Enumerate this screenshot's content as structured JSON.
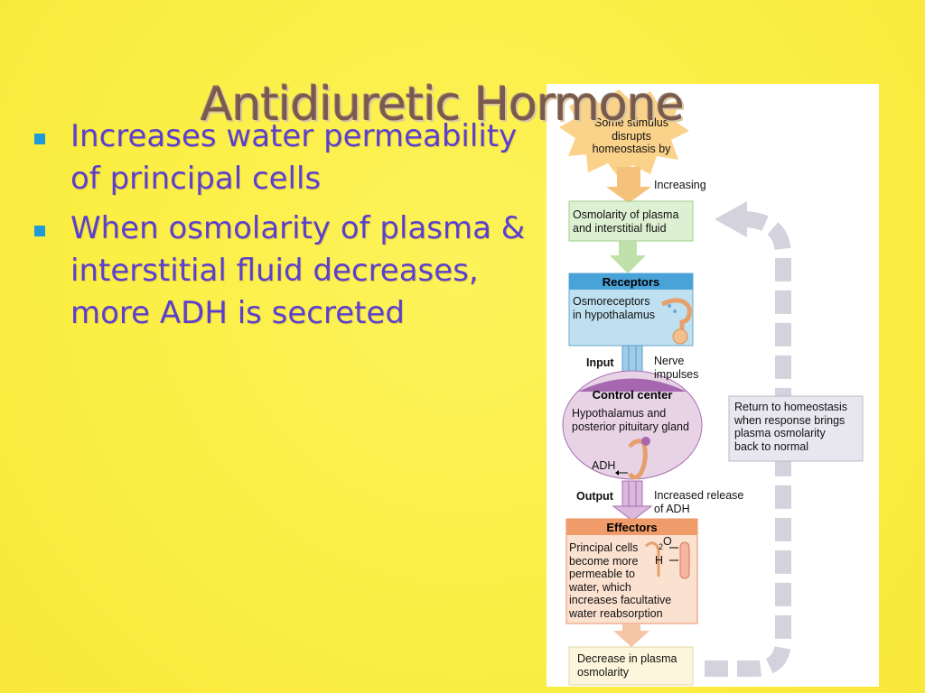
{
  "slide": {
    "title": "Antidiuretic Hormone",
    "bullets": [
      "Increases water permeability of principal cells",
      "When osmolarity of plasma & interstitial fluid decreases, more ADH is secreted"
    ]
  },
  "figure": {
    "stimulus": "Some stimulus disrupts homeostasis by",
    "increasing_label": "Increasing",
    "controlled_condition": "Osmolarity of plasma and interstitial fluid",
    "receptors": {
      "header": "Receptors",
      "text": "Osmoreceptors\nin hypothalamus"
    },
    "input_label": "Input",
    "nerve_impulses": "Nerve\nimpulses",
    "control_center": {
      "header": "Control center",
      "text": "Hypothalamus and\nposterior pituitary gland",
      "adh": "ADH"
    },
    "output_label": "Output",
    "increased_release": "Increased release\nof ADH",
    "effectors": {
      "header": "Effectors",
      "text": "Principal cells\nbecome more\npermeable to\nwater, which\nincreases facultative\nwater reabsorption",
      "h2o_o": "O",
      "h2o_2": "2",
      "h2o_h": "H"
    },
    "response": "Decrease in plasma\nosmolarity",
    "return_to_homeostasis": "Return to homeostasis\nwhen response brings\nplasma osmolarity\nback to normal",
    "colors": {
      "receptors_fill": "#bfe0f0",
      "receptors_header": "#4aa3d8",
      "control_fill": "#e8d3e6",
      "control_header": "#a667b0",
      "effectors_fill": "#fbe1d0",
      "effectors_header": "#ef9b6a",
      "condition_fill": "#def0d2",
      "response_fill": "#fdf6dc",
      "stimulus_fill": "#fbd28a",
      "return_fill": "#e8e6ee"
    }
  }
}
